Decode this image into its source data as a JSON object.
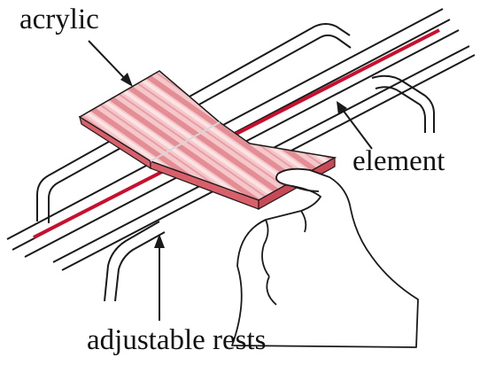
{
  "labels": {
    "acrylic": "acrylic",
    "element": "element",
    "adjustable_rests": "adjustable rests"
  },
  "colors": {
    "line": "#1a1a1a",
    "element_red": "#c8102e",
    "acrylic_fill": "#f2c3c6",
    "acrylic_stripe": "#e07b84",
    "acrylic_edge": "#cc4a55",
    "skin": "#ffffff"
  }
}
